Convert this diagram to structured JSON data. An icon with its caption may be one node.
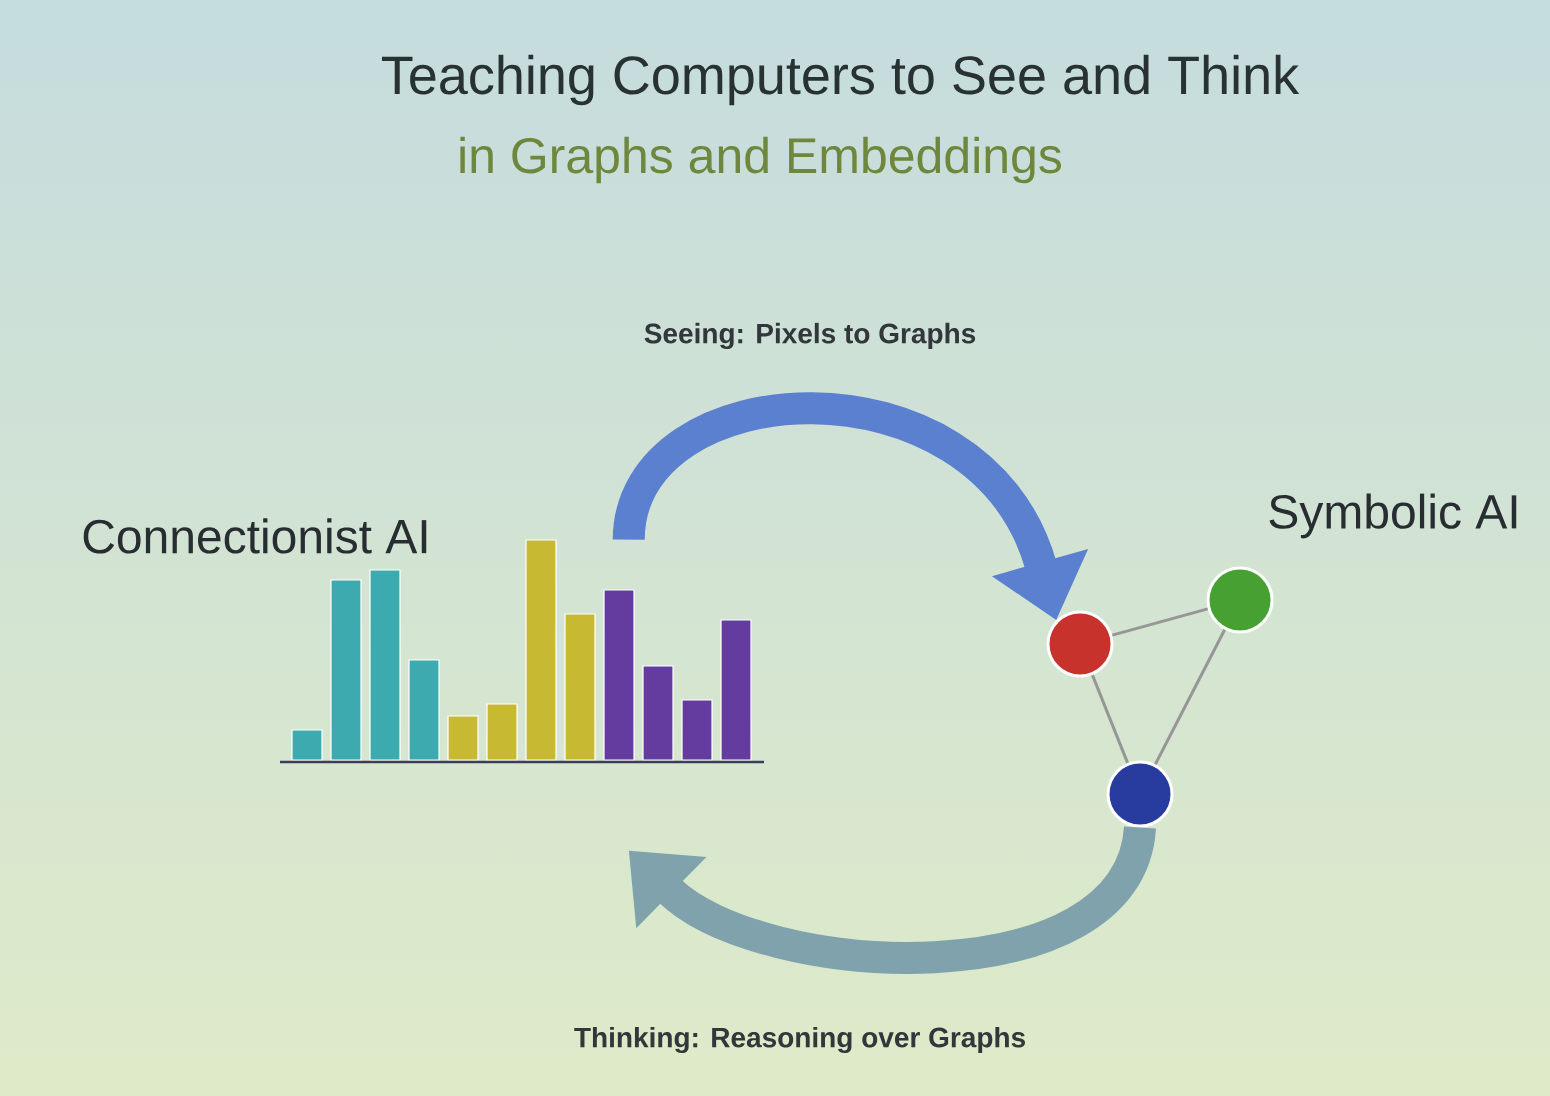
{
  "diagram": {
    "title": "Teaching Computers to See and Think",
    "nodes": [
      {
        "text": [
          "Connectionist AI"
        ]
      },
      {
        "text": [],
        "shape": "picture"
      },
      {
        "text": [
          "Symbolic AI"
        ]
      },
      {
        "text": [],
        "shape": "circle"
      },
      {
        "text": [],
        "shape": "circle"
      },
      {
        "text": [],
        "shape": "circle"
      }
    ],
    "edges": [
      {
        "from": 1,
        "to": 3,
        "arrow": "to",
        "label": "Seeing: Pixels to Graphs",
        "style": "thick",
        "color": "#5b80d0"
      },
      {
        "from": 5,
        "to": 1,
        "arrow": "to",
        "label": "Thinking: Reasoning over Graphs",
        "style": "thick",
        "color": "#7fa2ad"
      },
      {
        "from": 3,
        "to": 4,
        "arrow": "none"
      },
      {
        "from": 3,
        "to": 5,
        "arrow": "none"
      },
      {
        "from": 4,
        "to": 5,
        "arrow": "none"
      }
    ],
    "labels": [
      "in Graphs and Embeddings"
    ]
  }
}
